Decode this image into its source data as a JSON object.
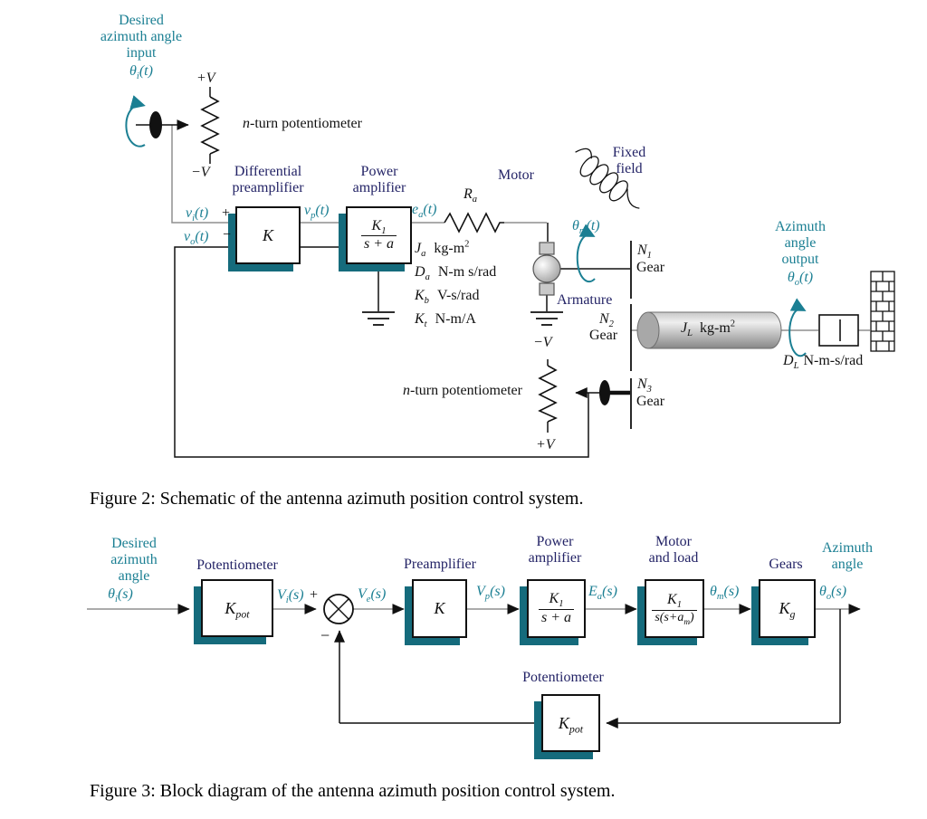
{
  "colors": {
    "teal_label": "#1b7f93",
    "navy_label": "#232366",
    "box_shadow_teal": "#156b7c",
    "wire_gray": "#8f8f8f",
    "ink": "#111111"
  },
  "figure2": {
    "caption": "Figure 2: Schematic of the antenna azimuth position control system.",
    "input_lines": [
      "Desired",
      "azimuth angle",
      "input"
    ],
    "input_symbol": "θ~i~(t)",
    "pot_top": {
      "plus": "+V",
      "minus": "−V",
      "label": "*n*-turn potentiometer"
    },
    "preamp_name": [
      "Differential",
      "preamplifier"
    ],
    "preamp_gain": "K",
    "poweramp_name": [
      "Power",
      "amplifier"
    ],
    "poweramp_num": "K~1~",
    "poweramp_den": "s + a",
    "signals": {
      "v_i": "v~i~(t)",
      "plus": "+",
      "v_o": "v~o~(t)",
      "minus": "−",
      "v_p": "v~p~(t)",
      "e_a": "e~a~(t)"
    },
    "r_a": "R~a~",
    "motor_label": "Motor",
    "fixed_field": [
      "Fixed",
      "field"
    ],
    "theta_m": "θ~m~(t)",
    "armature": "Armature",
    "params": [
      {
        "sym": "J~a~",
        "unit": "kg-m^2^"
      },
      {
        "sym": "D~a~",
        "unit": "N-m s/rad"
      },
      {
        "sym": "K~b~",
        "unit": "V-s/rad"
      },
      {
        "sym": "K~t~",
        "unit": "N-m/A"
      }
    ],
    "gear1": {
      "id": "N~1~",
      "word": "Gear"
    },
    "gear2": {
      "id": "N~2~",
      "word": "Gear"
    },
    "gear3": {
      "id": "N~3~",
      "word": "Gear"
    },
    "motor_minus_v": "−V",
    "pot_bottom": {
      "label": "*n*-turn potentiometer",
      "plus": "+V"
    },
    "output_lines": [
      "Azimuth",
      "angle",
      "output"
    ],
    "output_symbol": "θ~o~(t)",
    "load": {
      "inertia_sym": "J~L~",
      "inertia_unit": "kg-m^2^",
      "damping_sym": "D~L~",
      "damping_unit": "N-m-s/rad"
    }
  },
  "figure3": {
    "caption": "Figure 3: Block diagram of the antenna azimuth position control system.",
    "input_lines": [
      "Desired",
      "azimuth",
      "angle"
    ],
    "input_symbol": "θ~i~(s)",
    "pot": {
      "name": "Potentiometer",
      "gain": "K~pot~"
    },
    "sum": {
      "plus": "+",
      "minus": "−"
    },
    "preamp": {
      "name": "Preamplifier",
      "gain": "K"
    },
    "poweramp": {
      "name_lines": [
        "Power",
        "amplifier"
      ],
      "num": "K~1~",
      "den": "s + a"
    },
    "motorload": {
      "name_lines": [
        "Motor",
        "and load"
      ],
      "num": "K~1~",
      "den": "s(s+a~m~)"
    },
    "gears": {
      "name": "Gears",
      "gain": "K~g~"
    },
    "fbpot": {
      "name": "Potentiometer",
      "gain": "K~pot~"
    },
    "signals": {
      "v_i": "V~i~(s)",
      "v_e": "V~e~(s)",
      "v_p": "V~p~(s)",
      "e_a": "E~a~(s)",
      "theta_m": "θ~m~(s)",
      "theta_o": "θ~o~(s)"
    },
    "output_lines": [
      "Azimuth",
      "angle"
    ]
  }
}
